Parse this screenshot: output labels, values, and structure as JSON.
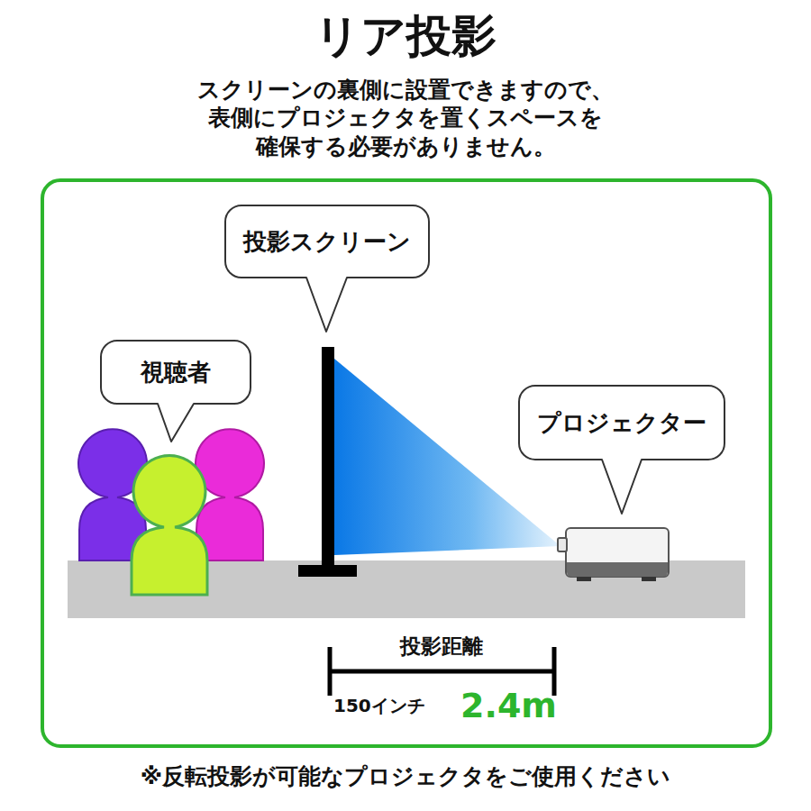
{
  "diagram": {
    "title": "リア投影",
    "caption": "※反転投影が可能なプロジェクタをご使用ください",
    "nodes": [
      {
        "text": [
          "投影スクリーン"
        ]
      },
      {
        "text": [
          "視聴者"
        ]
      },
      {
        "text": [
          "プロジェクター"
        ]
      }
    ],
    "labels": [
      "スクリーンの裏側に設置できますので、 表側にプロジェクタを置くスペースを 確保する必要がありません。",
      "投影距離",
      "150インチ",
      "2.4m"
    ]
  }
}
